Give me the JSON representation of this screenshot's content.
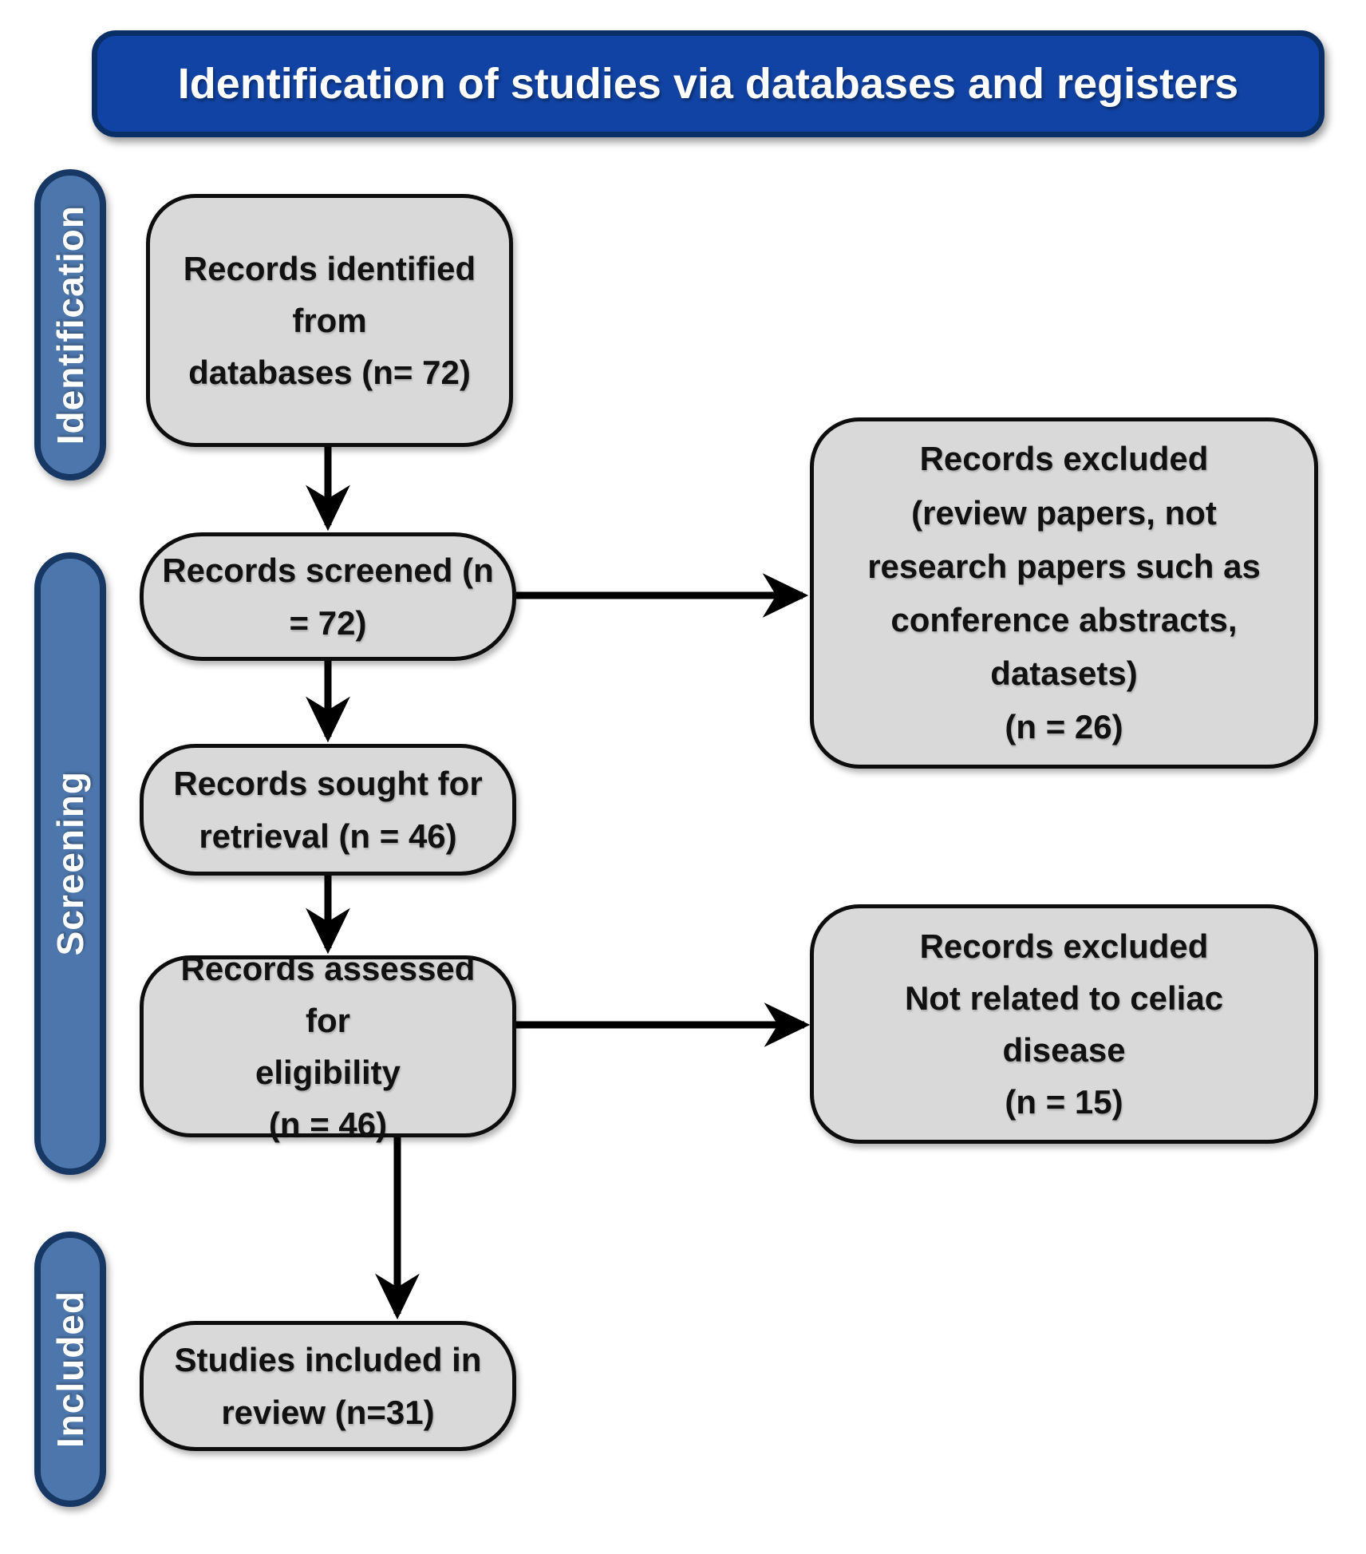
{
  "title": "Identification of studies via databases and registers",
  "stages": {
    "identification": "Identification",
    "screening": "Screening",
    "included": "Included"
  },
  "flow": {
    "identified": "Records identified from\ndatabases (n= 72)",
    "screened": "Records screened (n = 72)",
    "sought": "Records sought for\nretrieval (n = 46)",
    "assessed": "Records assessed for\neligibility\n(n = 46)",
    "included": "Studies included in\nreview (n=31)"
  },
  "excluded": {
    "screening": "Records excluded\n(review papers, not\nresearch papers such as\nconference abstracts,\ndatasets)\n(n = 26)",
    "eligibility": "Records excluded\nNot related to celiac\ndisease\n(n = 15)"
  },
  "counts": {
    "records_identified": 72,
    "records_screened": 72,
    "records_excluded_screening": 26,
    "records_sought": 46,
    "records_assessed": 46,
    "records_excluded_eligibility": 15,
    "studies_included": 31
  },
  "colors": {
    "banner_fill": "#1143a4",
    "banner_border": "#0a2f66",
    "stage_fill": "#4d77ac",
    "stage_border": "#173764",
    "box_fill": "#d9d9d9",
    "box_border": "#0d0d0d",
    "box_text": "#111111",
    "arrow": "#000000"
  }
}
